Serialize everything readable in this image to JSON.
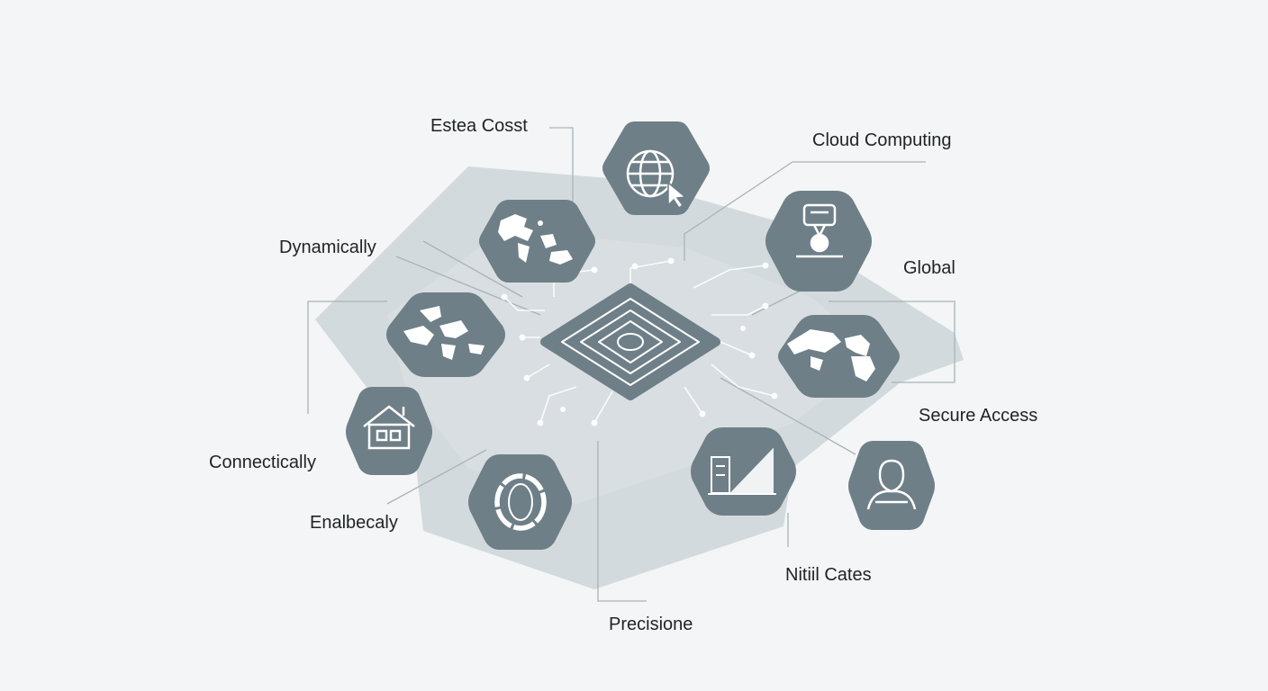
{
  "colors": {
    "background": "#f3f5f6",
    "platform": "#cbd3d7",
    "node_fill": "#6e7f87",
    "node_icon": "#ffffff",
    "connector": "#a9b4b9",
    "label_text": "#1f2326"
  },
  "nodes": [
    {
      "id": "globe-cursor",
      "icon": "globe-cursor-icon"
    },
    {
      "id": "world-map-top",
      "icon": "world-map-icon"
    },
    {
      "id": "device",
      "icon": "device-icon"
    },
    {
      "id": "world-map-left",
      "icon": "world-map-icon"
    },
    {
      "id": "world-map-right",
      "icon": "world-map-icon"
    },
    {
      "id": "home",
      "icon": "home-icon"
    },
    {
      "id": "ring",
      "icon": "ring-icon"
    },
    {
      "id": "server",
      "icon": "server-icon"
    },
    {
      "id": "user",
      "icon": "user-icon"
    }
  ],
  "hub": {
    "icon": "chip-hub-icon"
  },
  "labels": {
    "estea_cost": "Estea Cosst",
    "cloud_computing": "Cloud Computing",
    "dynamically": "Dynamically",
    "global": "Global",
    "secure_access": "Secure Access",
    "connectically": "Connectically",
    "enablecaly": "Enalbecaly",
    "nitil_cates": "Nitiil Cates",
    "precisione": "Precisione"
  }
}
